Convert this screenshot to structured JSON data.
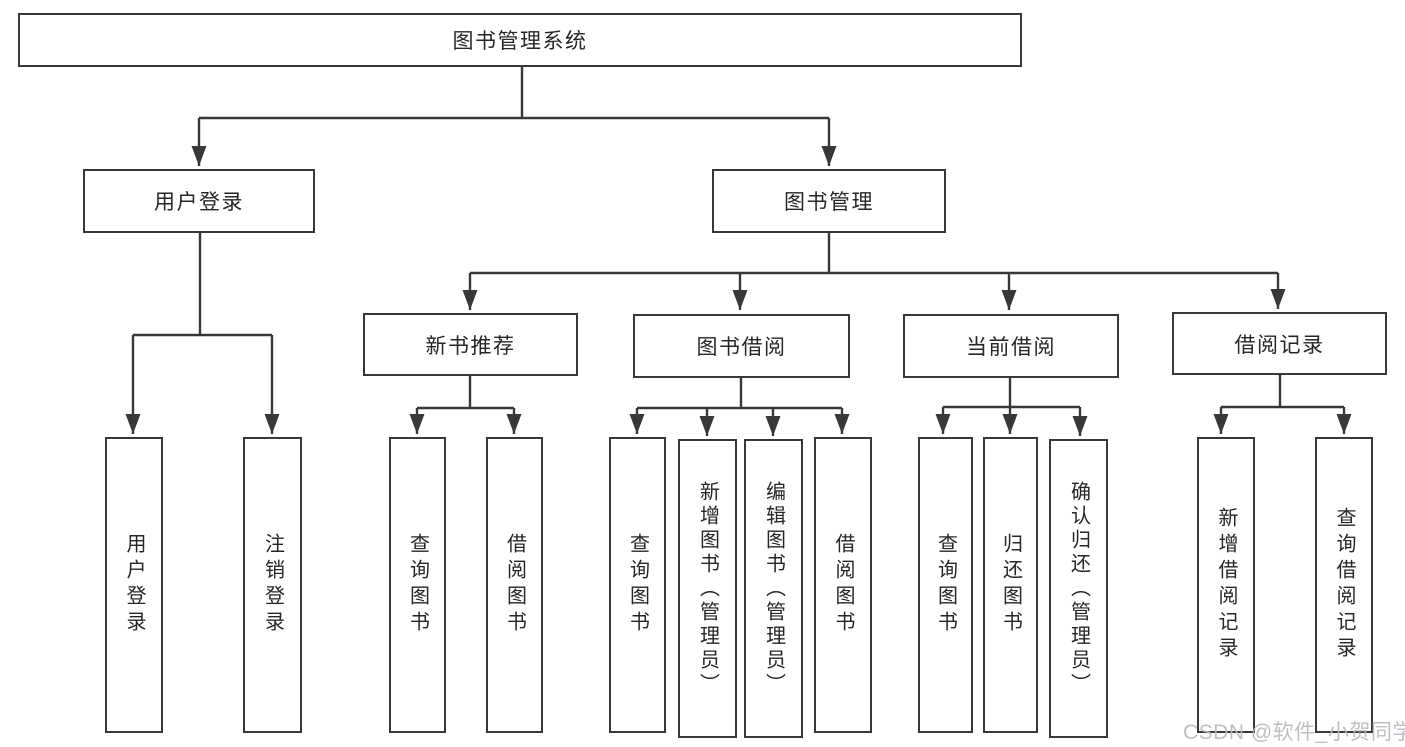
{
  "tree": {
    "root_label": "图书管理系统",
    "children": [
      {
        "label": "用户登录",
        "children": [
          "用户登录",
          "注销登录"
        ]
      },
      {
        "label": "图书管理",
        "children": [
          {
            "label": "新书推荐",
            "children": [
              "查询图书",
              "借阅图书"
            ]
          },
          {
            "label": "图书借阅",
            "children": [
              "查询图书",
              "新增图书（管理员）",
              "编辑图书（管理员）",
              "借阅图书"
            ]
          },
          {
            "label": "当前借阅",
            "children": [
              "查询图书",
              "归还图书",
              "确认归还（管理员）"
            ]
          },
          {
            "label": "借阅记录",
            "children": [
              "新增借阅记录",
              "查询借阅记录"
            ]
          }
        ]
      }
    ]
  },
  "watermark": {
    "text": "CSDN @软件_小贺同学"
  },
  "colors": {
    "line": "#383838",
    "node_text": "#262626",
    "watermark": "#b9bac0",
    "background": "#ffffff"
  }
}
